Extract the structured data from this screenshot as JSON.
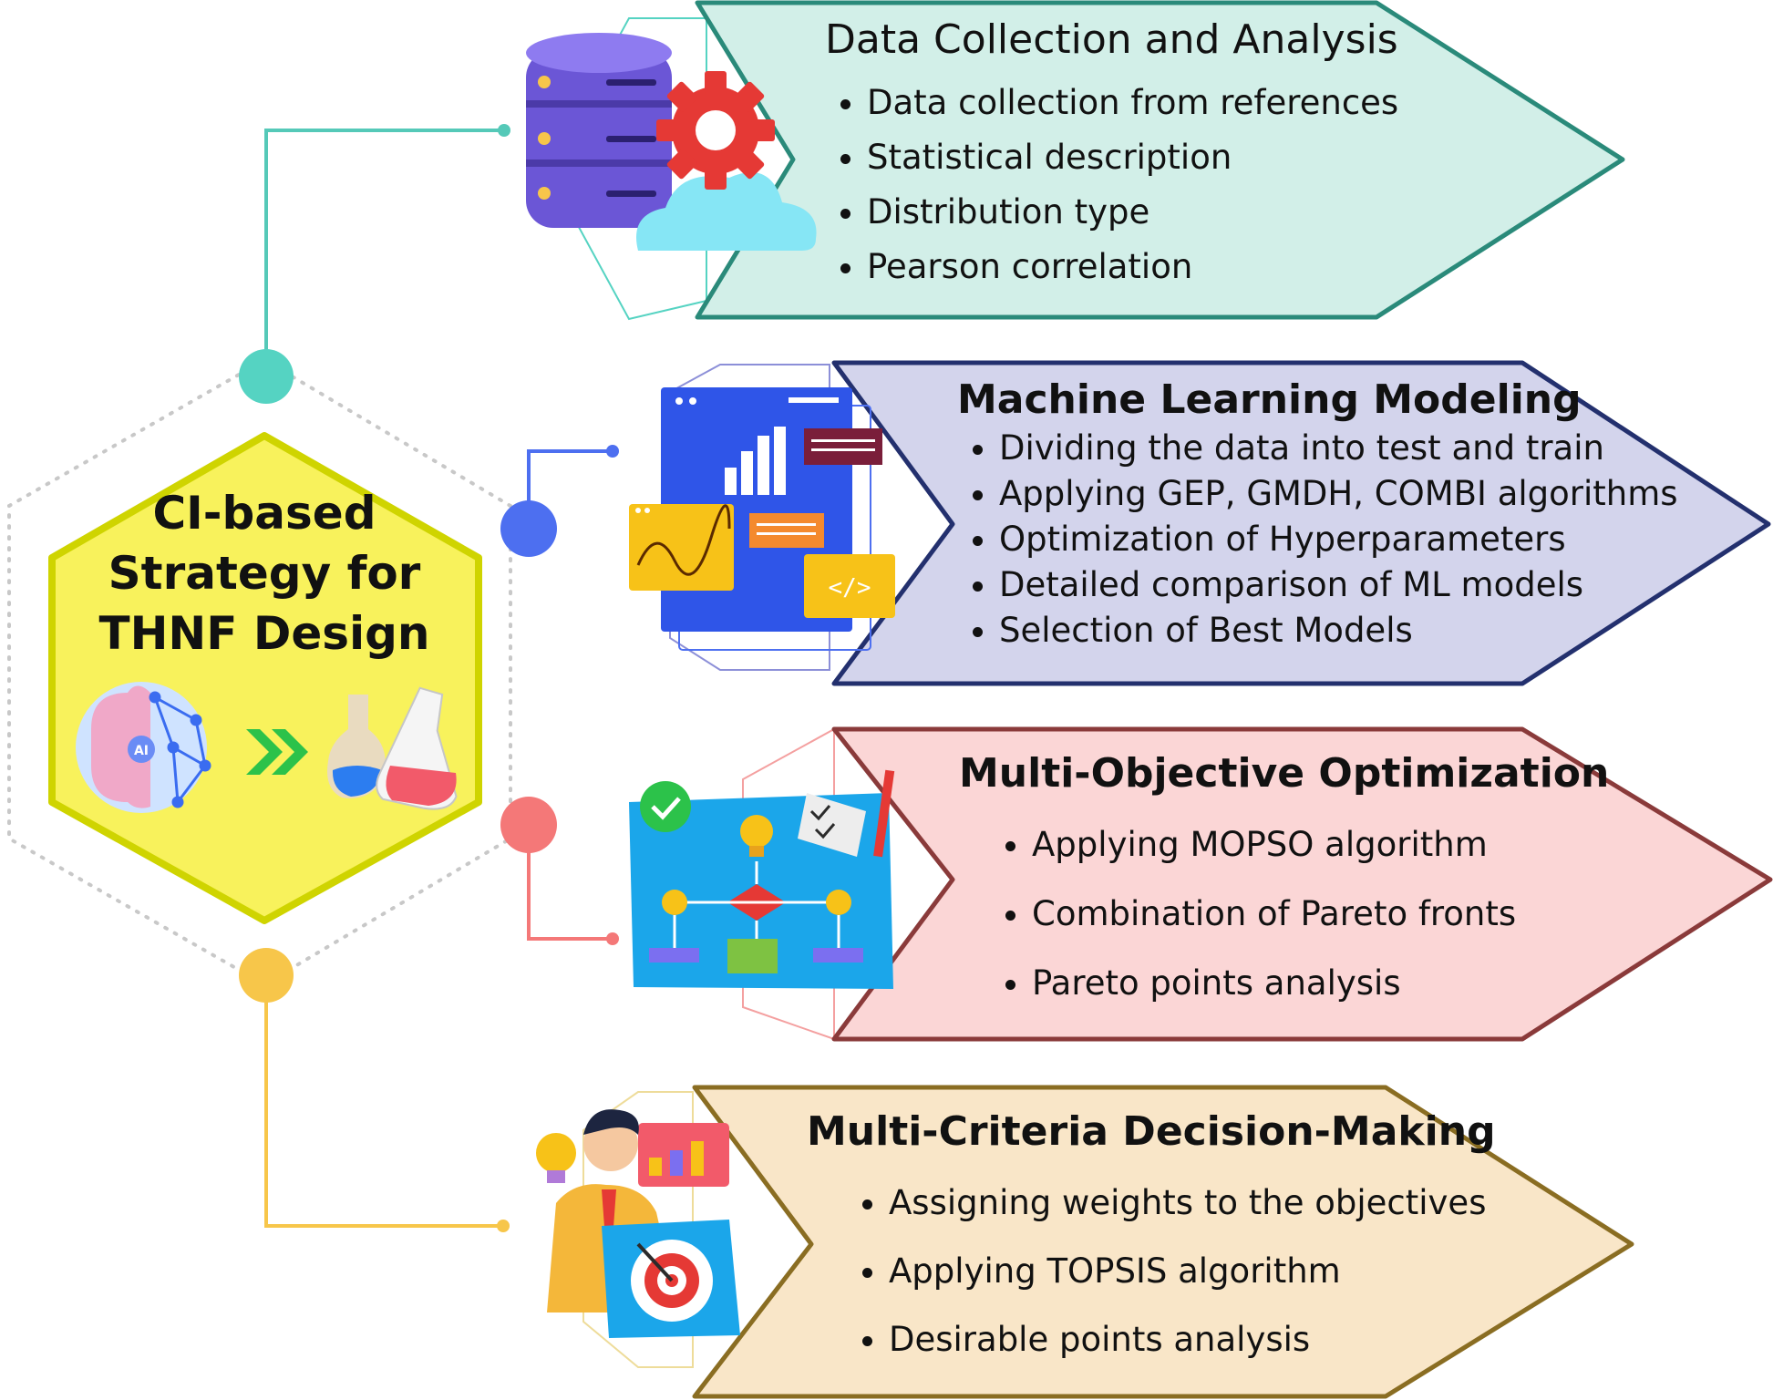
{
  "center": {
    "title_lines": [
      "CI-based",
      "Strategy for",
      "THNF Design"
    ],
    "ai_badge": "AI"
  },
  "panels": [
    {
      "id": "data",
      "title": "Data Collection and Analysis",
      "bullets": [
        "Data collection from references",
        "Statistical description",
        "Distribution type",
        "Pearson correlation"
      ],
      "fill": "#d2efe8",
      "stroke": "#2a8a7a",
      "accent": "#55d3c2"
    },
    {
      "id": "ml",
      "title": "Machine Learning Modeling",
      "bullets": [
        "Dividing the data into test and train",
        "Applying GEP, GMDH, COMBI algorithms",
        "Optimization of Hyperparameters",
        "Detailed comparison of ML models",
        "Selection of Best Models"
      ],
      "fill": "#d3d4ec",
      "stroke": "#23306e",
      "accent": "#4d6ff0"
    },
    {
      "id": "moo",
      "title": "Multi-Objective Optimization",
      "bullets": [
        "Applying MOPSO algorithm",
        "Combination of Pareto fronts",
        "Pareto points analysis"
      ],
      "fill": "#fbd6d6",
      "stroke": "#8a3a3a",
      "accent": "#f47878"
    },
    {
      "id": "mcdm",
      "title": "Multi-Criteria Decision-Making",
      "bullets": [
        "Assigning weights to the objectives",
        "Applying TOPSIS algorithm",
        "Desirable points analysis"
      ],
      "fill": "#f9e6c8",
      "stroke": "#8a6d22",
      "accent": "#f7c64a"
    }
  ]
}
